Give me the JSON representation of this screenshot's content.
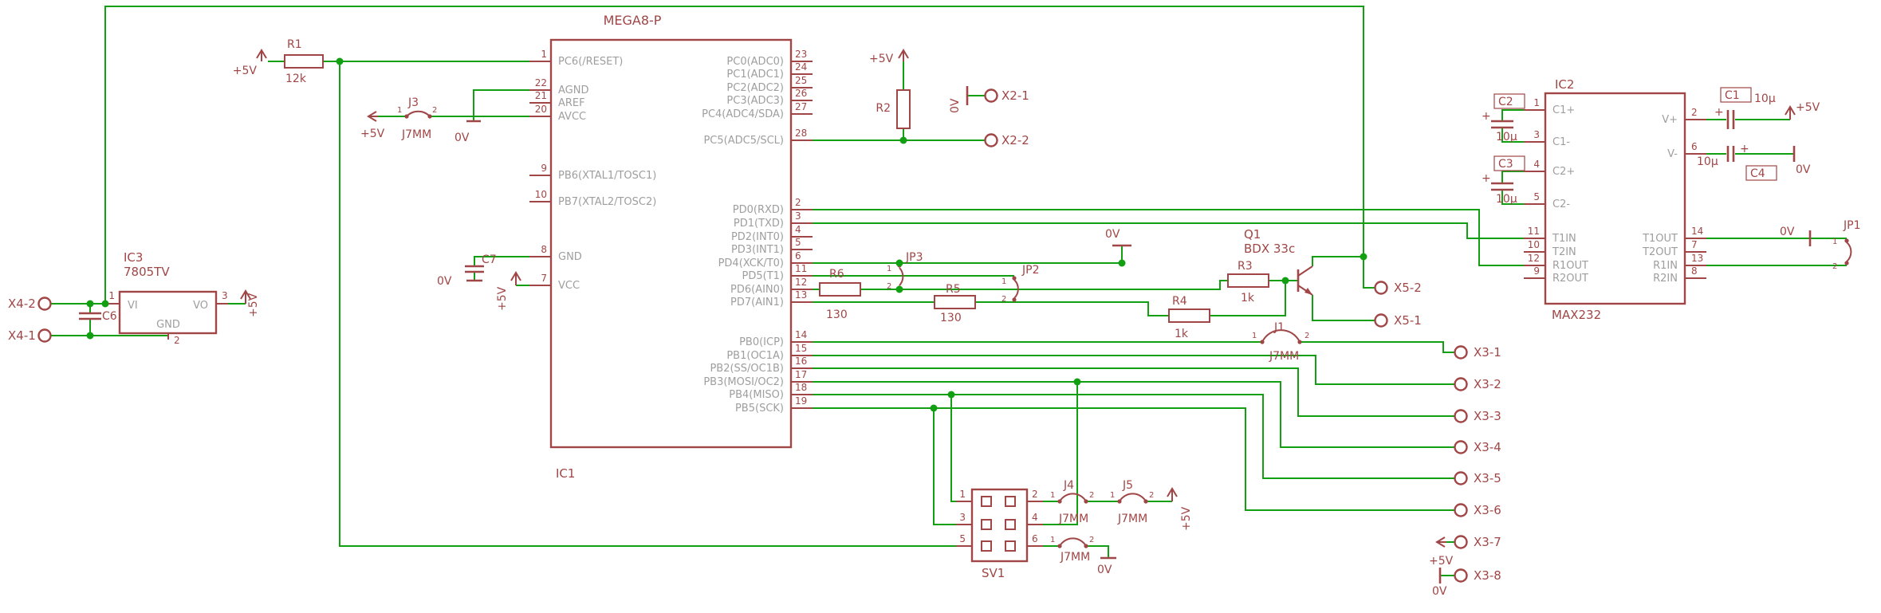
{
  "schematic": {
    "ic1": {
      "ref": "IC1",
      "part": "MEGA8-P",
      "left_pins": [
        {
          "num": "1",
          "name": "PC6(/RESET)"
        },
        {
          "num": "22",
          "name": "AGND"
        },
        {
          "num": "21",
          "name": "AREF"
        },
        {
          "num": "20",
          "name": "AVCC"
        },
        {
          "num": "9",
          "name": "PB6(XTAL1/TOSC1)"
        },
        {
          "num": "10",
          "name": "PB7(XTAL2/TOSC2)"
        },
        {
          "num": "8",
          "name": "GND"
        },
        {
          "num": "7",
          "name": "VCC"
        }
      ],
      "right_pins": [
        {
          "num": "23",
          "name": "PC0(ADC0)"
        },
        {
          "num": "24",
          "name": "PC1(ADC1)"
        },
        {
          "num": "25",
          "name": "PC2(ADC2)"
        },
        {
          "num": "26",
          "name": "PC3(ADC3)"
        },
        {
          "num": "27",
          "name": "PC4(ADC4/SDA)"
        },
        {
          "num": "28",
          "name": "PC5(ADC5/SCL)"
        },
        {
          "num": "2",
          "name": "PD0(RXD)"
        },
        {
          "num": "3",
          "name": "PD1(TXD)"
        },
        {
          "num": "4",
          "name": "PD2(INT0)"
        },
        {
          "num": "5",
          "name": "PD3(INT1)"
        },
        {
          "num": "6",
          "name": "PD4(XCK/T0)"
        },
        {
          "num": "11",
          "name": "PD5(T1)"
        },
        {
          "num": "12",
          "name": "PD6(AIN0)"
        },
        {
          "num": "13",
          "name": "PD7(AIN1)"
        },
        {
          "num": "14",
          "name": "PB0(ICP)"
        },
        {
          "num": "15",
          "name": "PB1(OC1A)"
        },
        {
          "num": "16",
          "name": "PB2(SS/OC1B)"
        },
        {
          "num": "17",
          "name": "PB3(MOSI/OC2)"
        },
        {
          "num": "18",
          "name": "PB4(MISO)"
        },
        {
          "num": "19",
          "name": "PB5(SCK)"
        }
      ]
    },
    "ic2": {
      "ref": "IC2",
      "part": "MAX232",
      "left_pins": [
        {
          "num": "1",
          "name": "C1+"
        },
        {
          "num": "3",
          "name": "C1-"
        },
        {
          "num": "4",
          "name": "C2+"
        },
        {
          "num": "5",
          "name": "C2-"
        },
        {
          "num": "11",
          "name": "T1IN"
        },
        {
          "num": "10",
          "name": "T2IN"
        },
        {
          "num": "12",
          "name": "R1OUT"
        },
        {
          "num": "9",
          "name": "R2OUT"
        }
      ],
      "right_pins": [
        {
          "num": "2",
          "name": "V+"
        },
        {
          "num": "6",
          "name": "V-"
        },
        {
          "num": "14",
          "name": "T1OUT"
        },
        {
          "num": "7",
          "name": "T2OUT"
        },
        {
          "num": "13",
          "name": "R1IN"
        },
        {
          "num": "8",
          "name": "R2IN"
        }
      ]
    },
    "ic3": {
      "ref": "IC3",
      "part": "7805TV",
      "pin_vi": "VI",
      "pin_vo": "VO",
      "pin_gnd": "GND",
      "num_vi": "1",
      "num_vo": "3",
      "num_gnd": "2"
    },
    "resistors": {
      "r1": {
        "ref": "R1",
        "value": "12k"
      },
      "r2": {
        "ref": "R2"
      },
      "r3": {
        "ref": "R3",
        "value": "1k"
      },
      "r4": {
        "ref": "R4",
        "value": "1k"
      },
      "r5": {
        "ref": "R5",
        "value": "130"
      },
      "r6": {
        "ref": "R6",
        "value": "130"
      }
    },
    "capacitors": {
      "c1": {
        "ref": "C1",
        "value": "10µ"
      },
      "c2": {
        "ref": "C2",
        "value": "10µ"
      },
      "c3": {
        "ref": "C3",
        "value": "10µ"
      },
      "c4": {
        "ref": "C4",
        "value": "10µ"
      },
      "c6": {
        "ref": "C6"
      },
      "c7": {
        "ref": "C7"
      }
    },
    "transistor": {
      "ref": "Q1",
      "part": "BDX 33c"
    },
    "jumpers": {
      "j1": {
        "ref": "J1",
        "value": "J7MM"
      },
      "j3": {
        "ref": "J3",
        "value": "J7MM"
      },
      "j4": {
        "ref": "J4",
        "value": "J7MM"
      },
      "j5": {
        "ref": "J5",
        "value": "J7MM"
      },
      "j6": {
        "value": "J7MM"
      },
      "jp1": {
        "ref": "JP1"
      },
      "jp2": {
        "ref": "JP2"
      },
      "jp3": {
        "ref": "JP3"
      },
      "pin1": "1",
      "pin2": "2"
    },
    "connectors": {
      "sv1": {
        "ref": "SV1",
        "pins": [
          "1",
          "2",
          "3",
          "4",
          "5",
          "6"
        ]
      },
      "x2": [
        "X2-1",
        "X2-2"
      ],
      "x4": [
        "X4-2",
        "X4-1"
      ],
      "x5": [
        "X5-2",
        "X5-1"
      ],
      "x3": [
        "X3-1",
        "X3-2",
        "X3-3",
        "X3-4",
        "X3-5",
        "X3-6",
        "X3-7",
        "X3-8"
      ]
    },
    "power": {
      "p5": "+5V",
      "gnd": "0V"
    },
    "plus": "+"
  }
}
